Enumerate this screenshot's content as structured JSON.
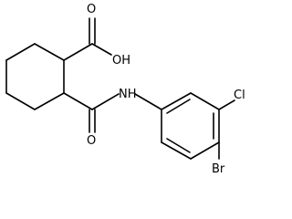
{
  "molecule": {
    "labels": {
      "carboxylic_acid_oxygen": "O",
      "hydroxyl": "OH",
      "amide_oxygen": "O",
      "amide_nitrogen": "NH",
      "chlorine": "Cl",
      "bromine": "Br"
    }
  }
}
